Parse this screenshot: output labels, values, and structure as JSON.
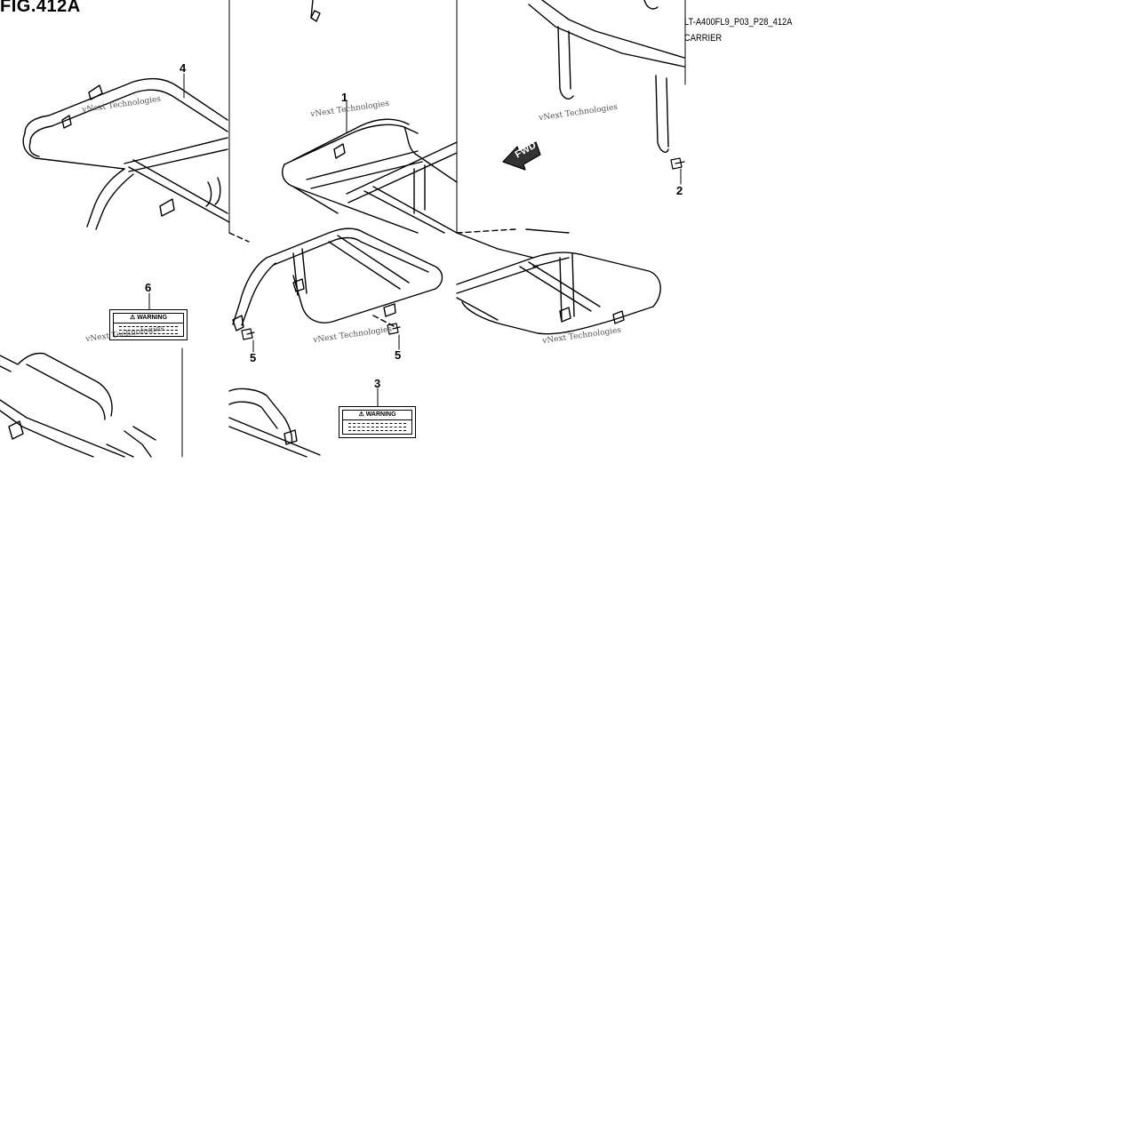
{
  "figure": {
    "title": "FIG.412A",
    "model_code": "LT-A400FL9_P03_P28_412A",
    "section_name": "CARRIER"
  },
  "callouts": {
    "c1": "1",
    "c2": "2",
    "c3": "3",
    "c4": "4",
    "c5a": "5",
    "c5b": "5",
    "c6": "6"
  },
  "labels": {
    "warning_3": "WARNING",
    "warning_6": "WARNING"
  },
  "direction_arrow": "FWD",
  "watermark": {
    "text": "vNext Technologies"
  }
}
